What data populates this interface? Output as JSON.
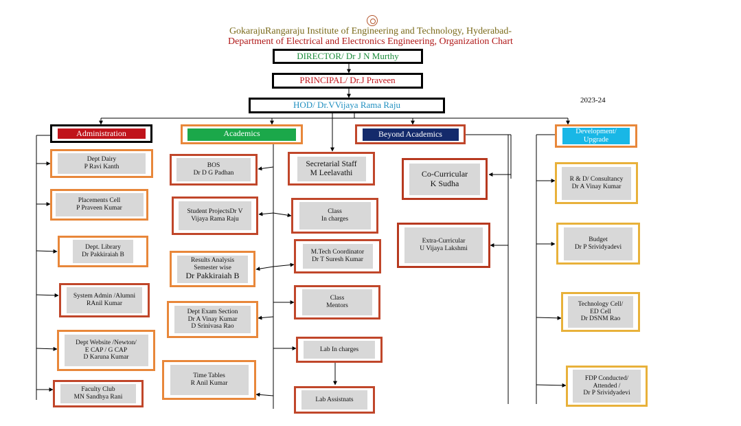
{
  "header": {
    "line1": "GokarajuRangaraju Institute of Engineering and Technology, Hyderabad-",
    "line2": "Department of Electrical and Electronics Engineering, Organization Chart",
    "year": "2023-24"
  },
  "colors": {
    "orange": "#e8873a",
    "darkred": "#c0462a",
    "gold": "#e8b13a",
    "black": "#000000",
    "admin": "#c0141b",
    "academics": "#1ba84a",
    "beyond": "#142a6b",
    "dev": "#19b7e6"
  },
  "top": {
    "director": "DIRECTOR/ Dr J N Murthy",
    "principal": "PRINCIPAL/ Dr.J Praveen",
    "hod": "HOD/ Dr.VVijaya Rama Raju"
  },
  "categories": {
    "administration": "Administration",
    "academics": "Academics",
    "beyond": "Beyond Academics",
    "dev1": "Development/",
    "dev2": "Upgrade"
  },
  "admin_items": [
    {
      "l1": "Dept Dairy",
      "l2": "P Ravi Kanth"
    },
    {
      "l1": "Placements Cell",
      "l2": "P Praveen Kumar"
    },
    {
      "l1": "Dept. Library",
      "l2": "Dr Pakkiraiah B"
    },
    {
      "l1": "System Admin /Alumni",
      "l2": "RAnil Kumar"
    },
    {
      "l1": "Dept Website /Newton/",
      "l2": "E CAP / G CAP",
      "l3": "D Karuna Kumar"
    },
    {
      "l1": "Faculty Club",
      "l2": "MN Sandhya Rani"
    }
  ],
  "academic_left": [
    {
      "l1": "BOS",
      "l2": "Dr D G Padhan"
    },
    {
      "l1": "Student ProjectsDr V",
      "l2": "Vijaya Rama Raju"
    },
    {
      "l1": "Results Analysis",
      "l2": "Semester wise",
      "l3": "Dr Pakkiraiah B"
    },
    {
      "l1": "Dept Exam Section",
      "l2": "Dr A Vinay Kumar",
      "l3": "D Srinivasa Rao"
    },
    {
      "l1": "Time Tables",
      "l2": "R Anil Kumar"
    }
  ],
  "academic_right": [
    {
      "l1": "Secretarial Staff",
      "l2": "M Leelavathi"
    },
    {
      "l1": "Class",
      "l2": "In charges"
    },
    {
      "l1": "M.Tech Coordinator",
      "l2": "Dr T Suresh Kumar"
    },
    {
      "l1": "Class",
      "l2": "Mentors"
    },
    {
      "l1": "Lab In charges"
    },
    {
      "l1": "Lab Assistnats"
    }
  ],
  "beyond_items": [
    {
      "l1": "Co-Curricular",
      "l2": "K Sudha"
    },
    {
      "l1": "Extra-Curricular",
      "l2": "U Vijaya Lakshmi"
    }
  ],
  "dev_items": [
    {
      "l1": "R & D/ Consultancy",
      "l2": "Dr A Vinay Kumar"
    },
    {
      "l1": "Budget",
      "l2": "Dr P Srividyadevi"
    },
    {
      "l1": "Technology Cell/",
      "l2": "ED Cell",
      "l3": "Dr DSNM Rao"
    },
    {
      "l1": "FDP Conducted/",
      "l2": "Attended /",
      "l3": "Dr P Srividyadevi"
    }
  ]
}
